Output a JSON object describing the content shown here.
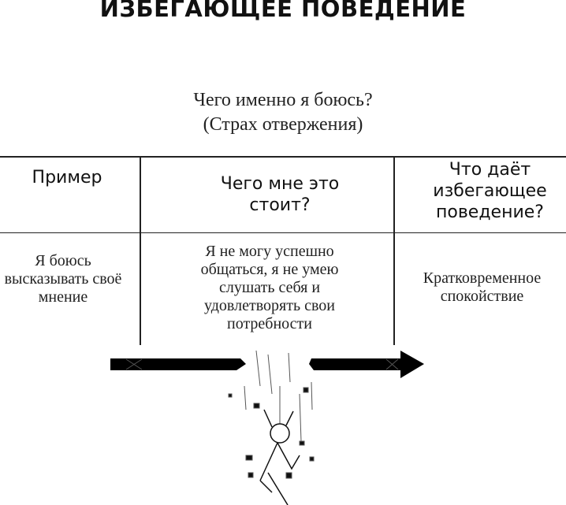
{
  "title": "ИЗБЕГАЮЩЕЕ ПОВЕДЕНИЕ",
  "question": {
    "line1": "Чего именно я боюсь?",
    "line2": "(Страх отвержения)"
  },
  "table": {
    "headers": [
      "Пример",
      "Чего мне это стоит?",
      "Что даёт избегающее поведение?"
    ],
    "cells": [
      "Я боюсь высказывать своё мнение",
      "Я не могу успешно общаться, я не умею слушать себя и удовлетворять свои потребности",
      "Кратковременное спокойствие"
    ]
  }
}
